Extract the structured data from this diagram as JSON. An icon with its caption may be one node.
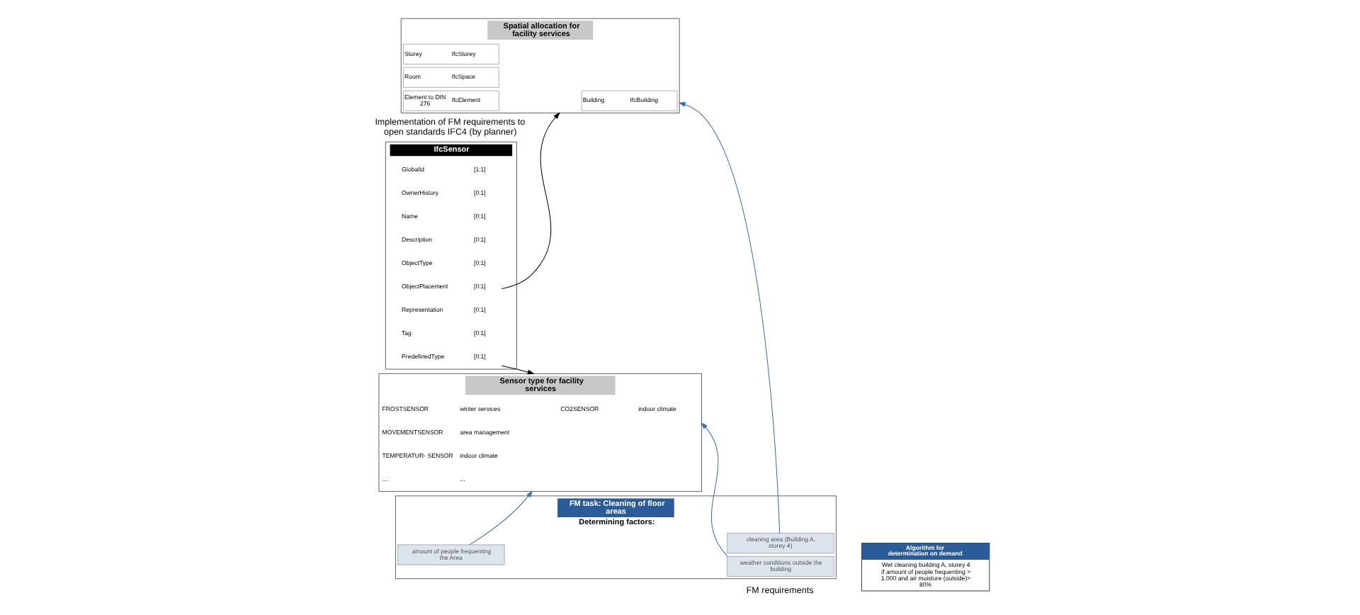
{
  "diagram": {
    "nodes": [
      {
        "text": [
          "IfcSensor"
        ]
      },
      {
        "text": [
          "GlobalId",
          "[1:1]"
        ],
        "in": 0
      },
      {
        "text": [
          "OwnerHistory",
          "[0:1]"
        ],
        "in": 0
      },
      {
        "text": [
          "Name",
          "[0:1]"
        ],
        "in": 0
      },
      {
        "text": [
          "Description",
          "[0:1]"
        ],
        "in": 0
      },
      {
        "text": [
          "ObjectType",
          "[0:1]"
        ],
        "in": 0
      },
      {
        "text": [
          "ObjectPlacement",
          "[0:1]"
        ],
        "in": 0
      },
      {
        "text": [
          "Representation",
          "[0:1]"
        ],
        "in": 0
      },
      {
        "text": [
          "Tag",
          "[0:1]"
        ],
        "in": 0
      },
      {
        "text": [
          "PredefinedType",
          "[0:1]"
        ],
        "in": 0
      },
      {
        "text": [
          "Spatial allocation for facility services"
        ]
      },
      {
        "text": [
          "Building",
          "IfcBuilding"
        ],
        "in": 10
      },
      {
        "text": [
          "Storey",
          "IfcStorey"
        ],
        "in": 10
      },
      {
        "text": [
          "Room",
          "IfcSpace"
        ],
        "in": 10
      },
      {
        "text": [
          "Element to DIN 276",
          "IfcElement"
        ],
        "in": 10
      },
      {
        "text": [
          "Sensor type for facility services"
        ]
      },
      {
        "text": [
          "CO2SENSOR",
          "indoor climate"
        ],
        "in": 15
      },
      {
        "text": [
          "FROSTSENSOR",
          "winter services"
        ],
        "in": 15
      },
      {
        "text": [
          "MOVEMENTSENSOR",
          "area management"
        ],
        "in": 15
      },
      {
        "text": [
          "TEMPERATUR- SENSOR",
          "indoor climate"
        ],
        "in": 15
      },
      {
        "text": [
          "...",
          "..."
        ],
        "in": 15
      },
      {
        "text": [
          "FM task: Cleaning of floor areas",
          "Determining factors:"
        ]
      },
      {
        "text": [
          "cleaning area (Building A, storey 4)"
        ],
        "in": 21
      },
      {
        "text": [
          "amount of people frequenting the Area"
        ],
        "in": 21
      },
      {
        "text": [
          "weather conditions outside the building"
        ],
        "in": 21
      },
      {
        "text": [
          "Algorithm for determination on demand",
          "Wet cleaning building A, storey 4 if amount of people frequenting > 1.000 and air moisture (outside)> 80%"
        ]
      }
    ],
    "edges": [
      {
        "from": 6,
        "to": 10,
        "arrow": "to",
        "color": "#000000"
      },
      {
        "from": 9,
        "to": 15,
        "arrow": "to",
        "color": "#000000"
      },
      {
        "from": 22,
        "to": 10,
        "arrow": "to",
        "color": "#3a6eb5"
      },
      {
        "from": 23,
        "to": 15,
        "arrow": "to",
        "color": "#3a6eb5"
      },
      {
        "from": 24,
        "to": 15,
        "arrow": "to",
        "color": "#3a6eb5"
      }
    ],
    "labels": [
      "Implementation of FM requirements to open standards IFC4 (by planner)",
      "FM requirements"
    ]
  }
}
